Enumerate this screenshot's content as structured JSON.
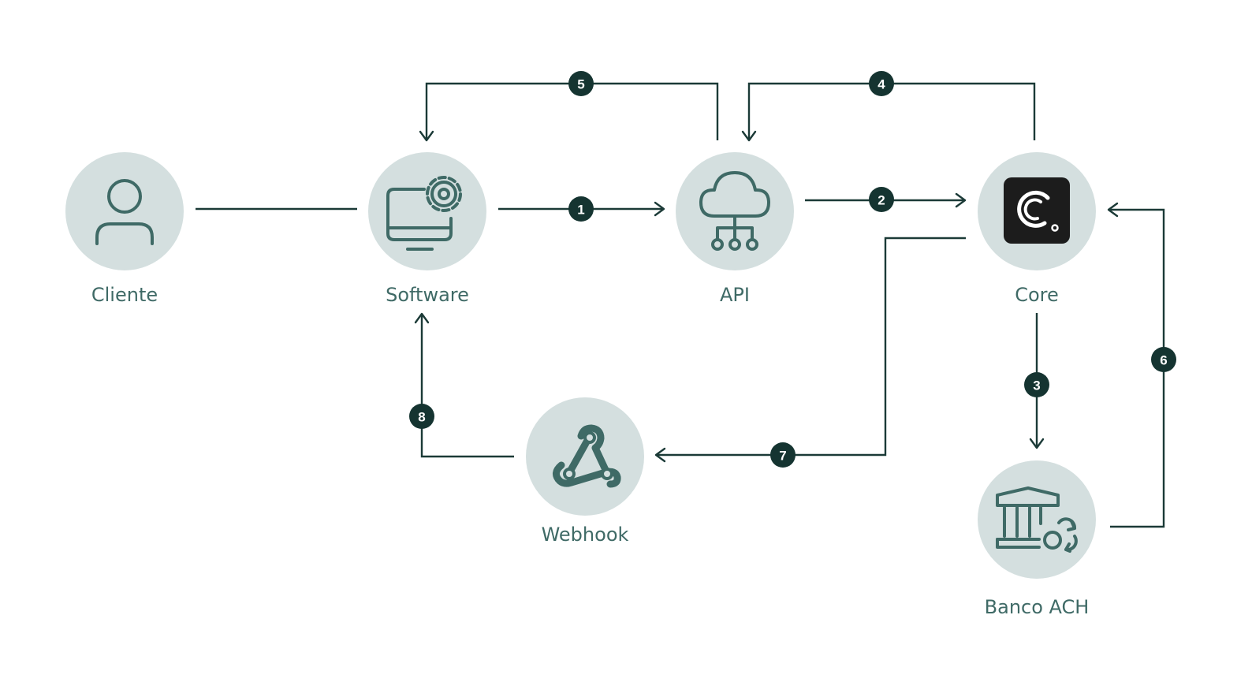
{
  "nodes": {
    "cliente": {
      "label": "Cliente",
      "icon": "user-icon"
    },
    "software": {
      "label": "Software",
      "icon": "monitor-gear-icon"
    },
    "api": {
      "label": "API",
      "icon": "cloud-network-icon"
    },
    "core": {
      "label": "Core",
      "icon": "core-logo-icon"
    },
    "banco": {
      "label": "Banco ACH",
      "icon": "bank-sync-icon"
    },
    "webhook": {
      "label": "Webhook",
      "icon": "webhook-icon"
    }
  },
  "edges": [
    {
      "step": "1",
      "from": "Software",
      "to": "API"
    },
    {
      "step": "2",
      "from": "API",
      "to": "Core"
    },
    {
      "step": "3",
      "from": "Core",
      "to": "Banco ACH"
    },
    {
      "step": "4",
      "from": "Core",
      "to": "API"
    },
    {
      "step": "5",
      "from": "API",
      "to": "Software"
    },
    {
      "step": "6",
      "from": "Banco ACH",
      "to": "Core"
    },
    {
      "step": "7",
      "from": "Core",
      "to": "Webhook"
    },
    {
      "step": "8",
      "from": "Webhook",
      "to": "Software"
    }
  ],
  "colors": {
    "node_fill": "#d4dfdf",
    "line": "#1b3a37",
    "badge": "#153431",
    "label": "#3f6a66",
    "logo_bg": "#1c1c1c"
  }
}
